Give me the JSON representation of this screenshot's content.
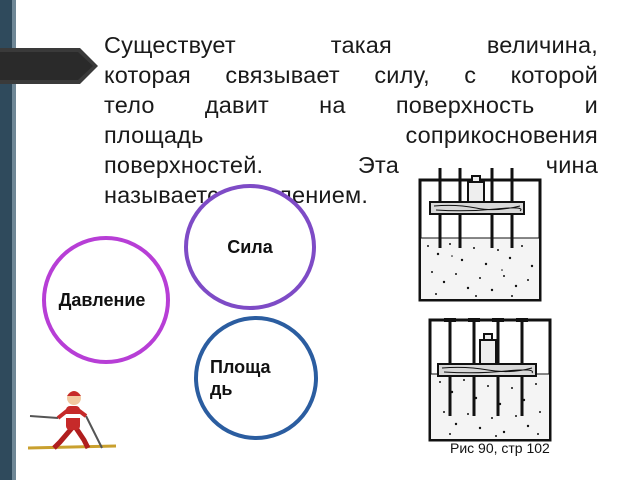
{
  "main_text": {
    "lines": [
      "Существует такая величина,",
      "которая связывает силу, с которой",
      "тело давит на поверхность и",
      "площадь соприкосновения",
      "поверхностей. Эта величина",
      "называется давлением."
    ]
  },
  "circles": {
    "force": "Сила",
    "pressure": "Давление",
    "area_line1": "Площа",
    "area_line2": "дь"
  },
  "caption": "Рис 90,  стр 102",
  "colors": {
    "force_border": "#7e4bc6",
    "pressure_border": "#b73ed6",
    "area_border": "#2b5da0",
    "sidebar": "#2f4a5c"
  },
  "icons": [
    "arrow-tab-icon",
    "skier-icon"
  ]
}
